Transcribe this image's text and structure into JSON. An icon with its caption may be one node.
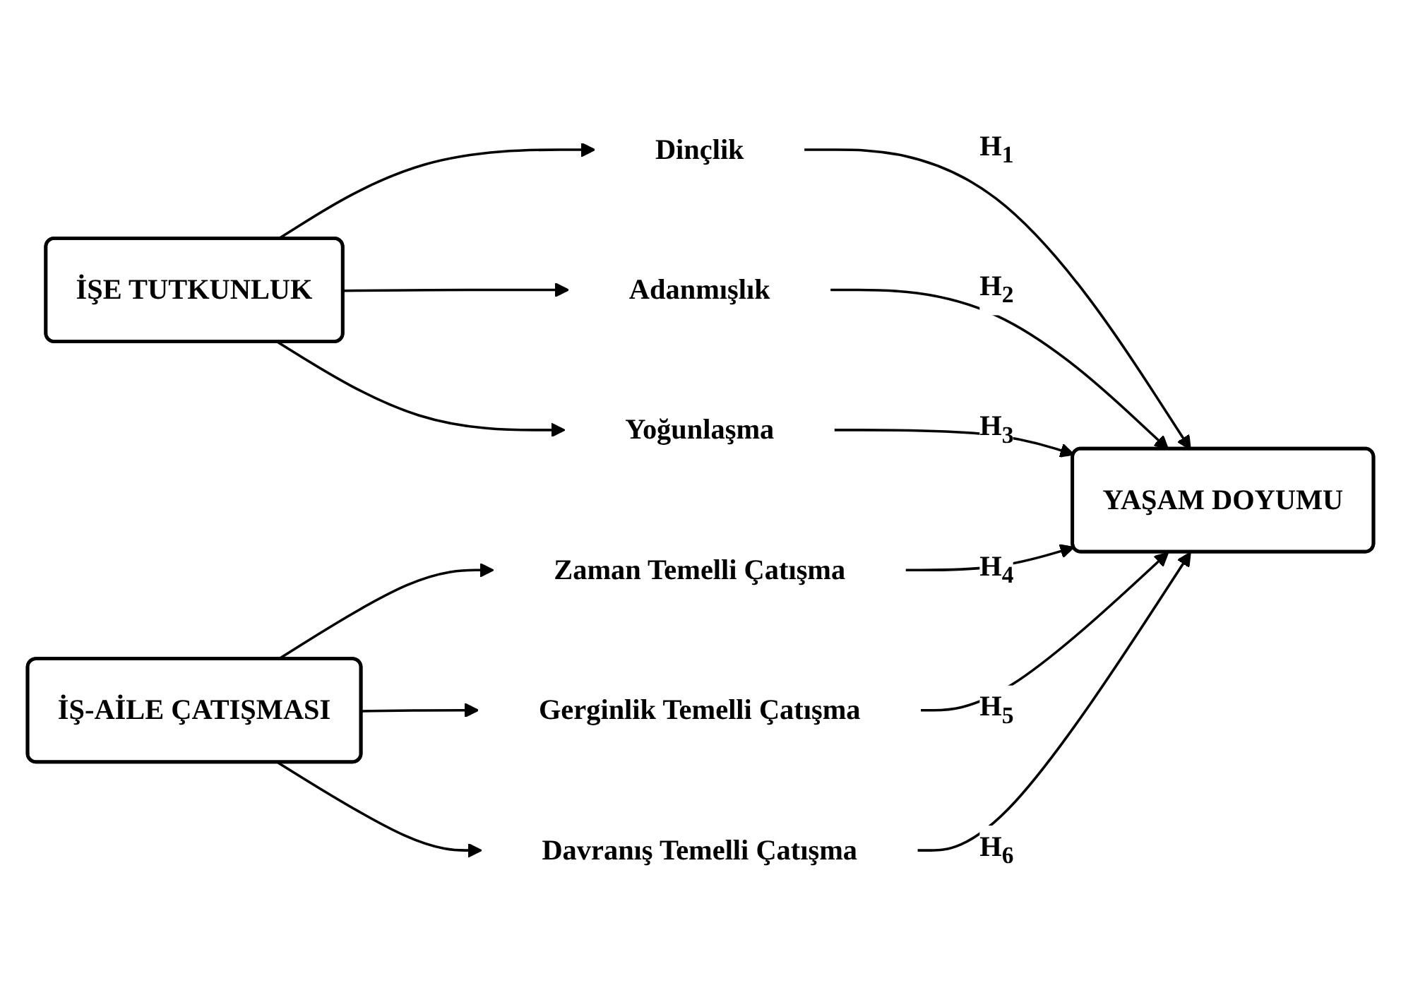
{
  "diagram": {
    "nodes": [
      {
        "text": [
          "İŞE TUTKUNLUK"
        ]
      },
      {
        "text": [
          "Dinçlik"
        ]
      },
      {
        "text": [
          "Adanmışlık"
        ]
      },
      {
        "text": [
          "Yoğunlaşma"
        ]
      },
      {
        "text": [
          "YAŞAM DOYUMU"
        ]
      },
      {
        "text": [
          "Zaman Temelli Çatışma"
        ]
      },
      {
        "text": [
          "Gerginlik Temelli Çatışma"
        ]
      },
      {
        "text": [
          "Davranış Temelli Çatışma"
        ]
      },
      {
        "text": [
          "İŞ-AİLE ÇATIŞMASI"
        ]
      }
    ],
    "edges": [
      {
        "from": 0,
        "to": 1,
        "arrow": "to"
      },
      {
        "from": 0,
        "to": 2,
        "arrow": "to"
      },
      {
        "from": 0,
        "to": 3,
        "arrow": "to"
      },
      {
        "from": 1,
        "to": 4,
        "arrow": "to",
        "label": "H$_{1}$"
      },
      {
        "from": 2,
        "to": 4,
        "arrow": "to",
        "label": "H$_{2}$"
      },
      {
        "from": 3,
        "to": 4,
        "arrow": "to",
        "label": "H$_{3}$"
      },
      {
        "from": 8,
        "to": 5,
        "arrow": "to"
      },
      {
        "from": 8,
        "to": 6,
        "arrow": "to"
      },
      {
        "from": 8,
        "to": 7,
        "arrow": "to"
      },
      {
        "from": 5,
        "to": 4,
        "arrow": "to",
        "label": "H$_{4}$"
      },
      {
        "from": 6,
        "to": 4,
        "arrow": "to",
        "label": "H$_{5}$"
      },
      {
        "from": 7,
        "to": 4,
        "arrow": "to",
        "label": "H$_{6}$"
      }
    ]
  }
}
